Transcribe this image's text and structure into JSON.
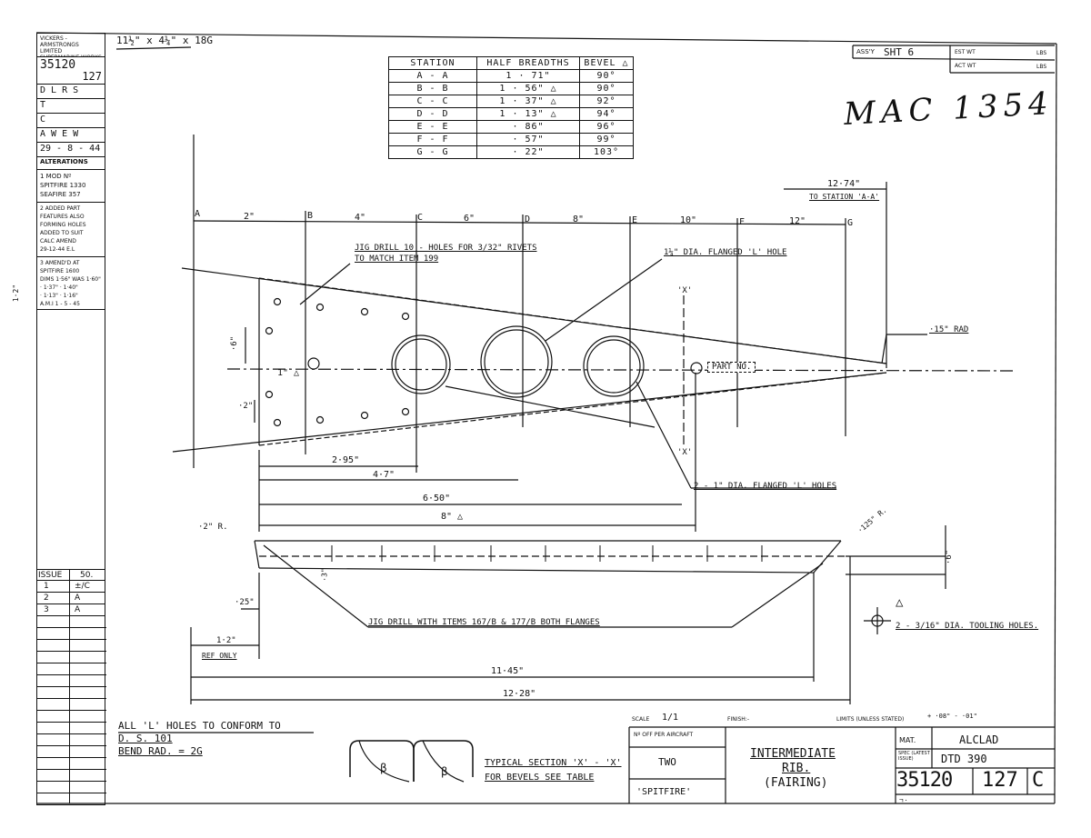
{
  "header": {
    "material_size": "11½\" x 4¼\" x 18G"
  },
  "left_strip": {
    "maker": "VICKERS - ARMSTRONGS LIMITED SUPERMARINE WORKS",
    "drawing_number": "35120",
    "sheet": "127",
    "d_label": "D  L R S",
    "t_label": "T",
    "c_label": "C",
    "a_label": "A    W E W",
    "date": "29 - 8 - 44",
    "alterations_label": "ALTERATIONS",
    "mod_label": "1  MOD  Nº",
    "mod_line1": "SPITFIRE  1330",
    "mod_line2": "SEAFIRE  357",
    "alt2_line1": "2  ADDED  PART",
    "alt2_line2": "FEATURES  ALSO",
    "alt2_line3": "FORMING  HOLES",
    "alt2_line4": "ADDED  TO  SUIT",
    "alt2_line5": "CALC  AMEND",
    "alt2_line6": "29-12-44 E.L",
    "alt3_line1": "3  AMEND'D  AT",
    "alt3_line2": "SPITFIRE  1600",
    "alt3_line3": "DIMS 1·56\" WAS 1·60\"",
    "alt3_line4": "· 1·37\" · 1·40\"",
    "alt3_line5": "· 1·13\" · 1·16\"",
    "alt3_line6": "A.M.I  1 - 5 - 45",
    "side_mark": "1·2\""
  },
  "station_table": {
    "headers": [
      "STATION",
      "HALF  BREADTHS",
      "BEVEL  △"
    ],
    "rows": [
      [
        "A - A",
        "1 · 71\"",
        "90°"
      ],
      [
        "B - B",
        "1 · 56\" △",
        "90°"
      ],
      [
        "C - C",
        "1 · 37\" △",
        "92°"
      ],
      [
        "D - D",
        "1 · 13\" △",
        "94°"
      ],
      [
        "E - E",
        "· 86\"",
        "96°"
      ],
      [
        "F - F",
        "· 57\"",
        "99°"
      ],
      [
        "G - G",
        "· 22\"",
        "103°"
      ]
    ]
  },
  "top_right": {
    "assy_label": "ASS'Y",
    "assy_value": "SHT  6",
    "est_wt": "EST WT",
    "act_wt": "ACT WT",
    "lbs1": "LBS",
    "lbs2": "LBS",
    "handwritten": "MAC  1354"
  },
  "drawing": {
    "stations": [
      "A",
      "B",
      "C",
      "D",
      "E",
      "F",
      "G"
    ],
    "spacings": [
      "2\"",
      "4\"",
      "6\"",
      "8\"",
      "10\"",
      "12\""
    ],
    "dim_12_74": "12·74\"",
    "to_station": "TO STATION 'A-A'",
    "jig_drill_1a": "JIG  DRILL  10 - HOLES  FOR  3/32\" RIVETS",
    "jig_drill_1b": "TO  MATCH  ITEM  199",
    "flanged_hole": "1¼\" DIA. FLANGED 'L' HOLE",
    "x_mark_top": "'X'",
    "x_mark_bot": "'X'",
    "rad_15": "·15\" RAD",
    "part_no": "PART   NO.",
    "dim_6": "·6\"",
    "dim_1": "1\" △",
    "dim_2": "·2\"",
    "dim_2_95": "2·95\"",
    "dim_4_7": "4·7\"",
    "dim_6_50": "6·50\"",
    "dim_8": "8\" △",
    "flanged_holes_2": "2 - 1\" DIA. FLANGED 'L' HOLES",
    "dim_2r": "·2\" R.",
    "dim_125r": "·125\" R.",
    "dim_3": "·3\"",
    "dim_25": "·25\"",
    "dim_6b": "·6\"",
    "jig_drill_2": "JIG  DRILL  WITH  ITEMS  167/B  &  177/B  BOTH  FLANGES",
    "tooling_mark": "△",
    "tooling_holes": "2 - 3/16\" DIA. TOOLING HOLES.",
    "dim_1_2": "1·2\"",
    "ref_only": "REF  ONLY",
    "dim_11_45": "11·45\"",
    "dim_12_28": "12·28\""
  },
  "notes": {
    "line1": "ALL  'L'  HOLES  TO  CONFORM  TO",
    "line2": "D. S. 101",
    "line3": "BEND  RAD. = 2G",
    "section_line1": "TYPICAL  SECTION  'X' - 'X'",
    "section_line2": "FOR  BEVELS  SEE  TABLE",
    "bevel_sym": "β"
  },
  "title_block": {
    "scale_label": "SCALE",
    "scale_value": "1/1",
    "finish_label": "FINISH:-",
    "limits_label": "LIMITS (UNLESS STATED)",
    "limits_value": "+ ·08\"  - ·01\"",
    "no_off_label": "Nº OFF PER AIRCRAFT",
    "no_off_value": "TWO",
    "aircraft": "'SPITFIRE'",
    "title_line1": "INTERMEDIATE",
    "title_line2": "RIB.",
    "title_line3": "(FAIRING)",
    "mat_label": "MAT.",
    "mat_value": "ALCLAD",
    "spec_label": "SPEC (LATEST ISSUE)",
    "spec_value": "DTD 390",
    "drawing_no": "35120",
    "item": "127",
    "issue": "C",
    "bottom_mark": "ㄱ·"
  },
  "issue_table": {
    "header": "ISSUE",
    "header_value": "50.",
    "rows": [
      [
        "1",
        "±/C"
      ],
      [
        "2",
        "A"
      ],
      [
        "3",
        "A"
      ]
    ]
  }
}
